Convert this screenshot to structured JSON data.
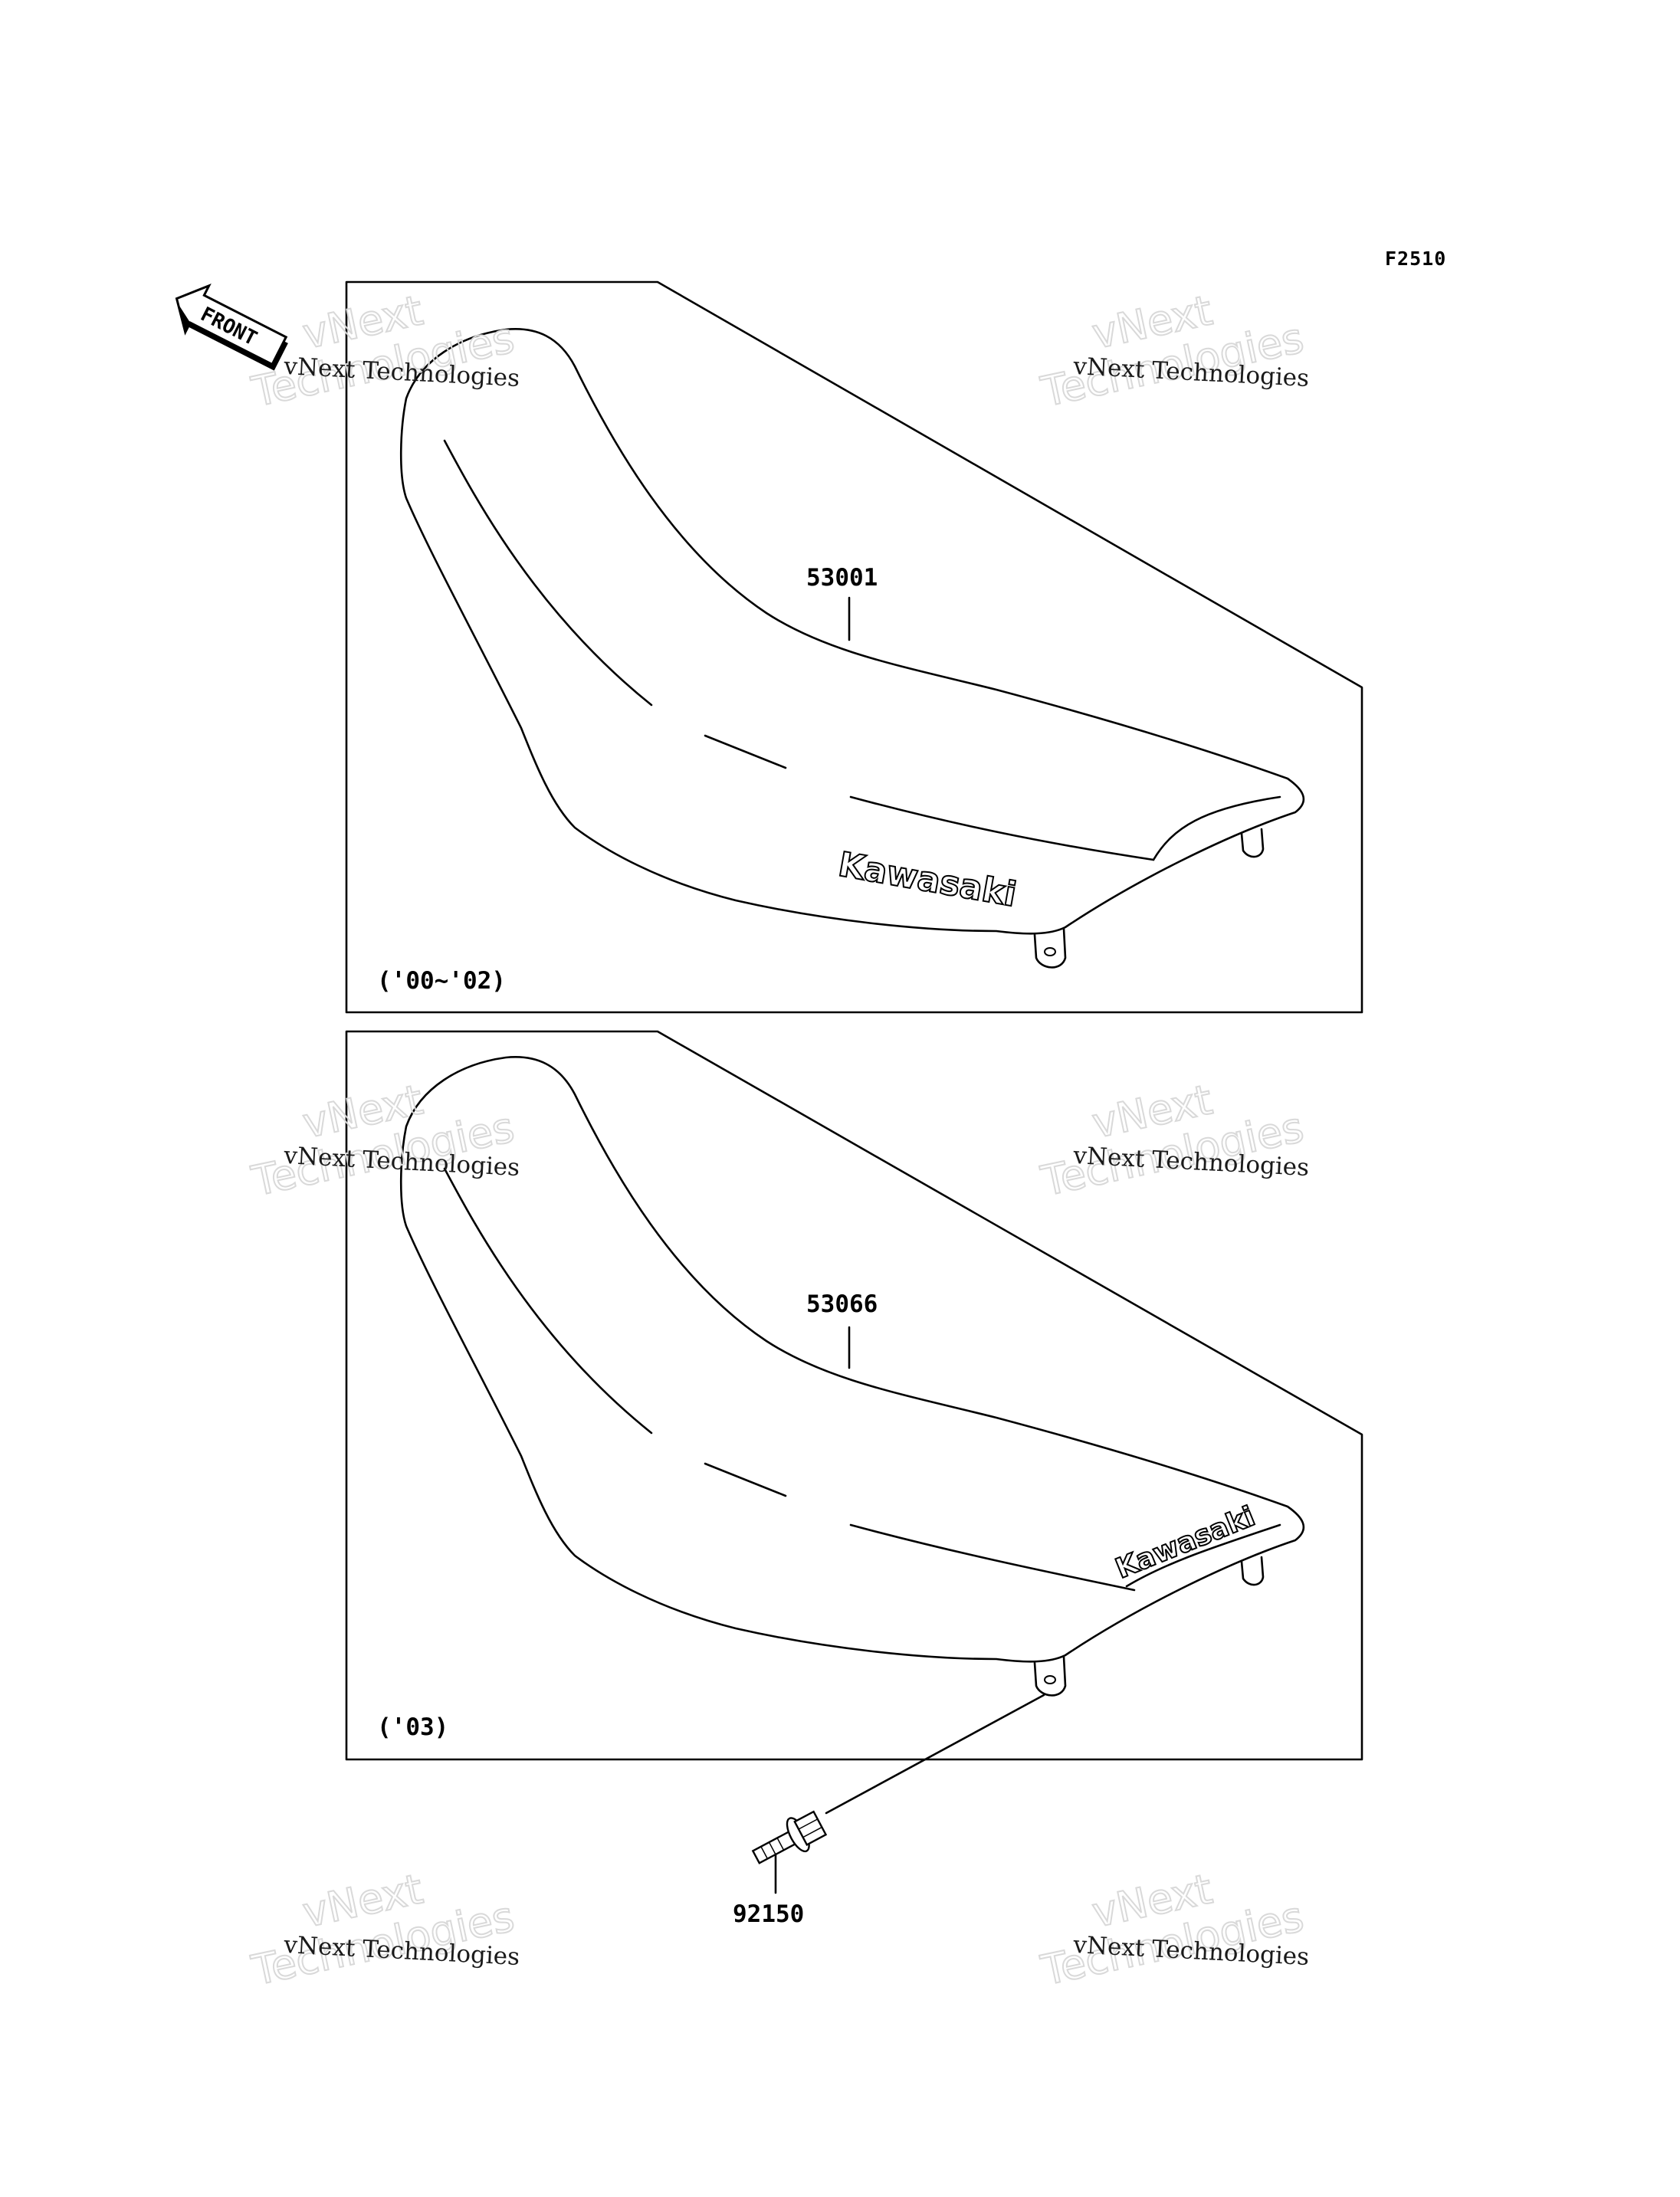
{
  "figure_code": "F2510",
  "front_label": "FRONT",
  "panels": [
    {
      "part_number": "53001",
      "years": "('00~'02)",
      "seat_logo": "Kawasaki"
    },
    {
      "part_number": "53066",
      "years": "('03)",
      "seat_logo": "Kawasaki"
    }
  ],
  "bolt_part_number": "92150",
  "watermark": {
    "line1": "vNext",
    "line2": "Technologies",
    "caption": "vNext Technologies"
  }
}
